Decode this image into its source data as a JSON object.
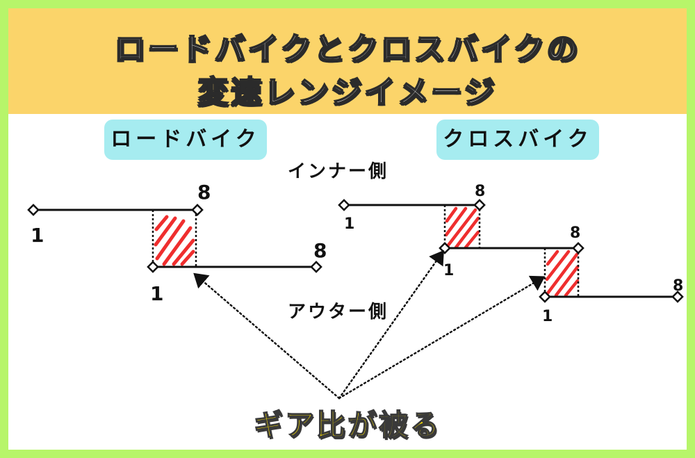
{
  "title": {
    "line1": "ロードバイクとクロスバイクの",
    "line2": "変速レンジイメージ"
  },
  "labels": {
    "road_bike": "ロードバイク",
    "cross_bike": "クロスバイク",
    "inner_side": "インナー側",
    "outer_side": "アウター側",
    "callout": "ギア比が被る"
  },
  "range_labels": {
    "road_inner_start": "1",
    "road_inner_end": "8",
    "road_outer_start": "1",
    "road_outer_end": "8",
    "cross_top_start": "1",
    "cross_top_end": "8",
    "cross_mid_start": "1",
    "cross_mid_end": "8",
    "cross_low_start": "1",
    "cross_low_end": "8"
  },
  "colors": {
    "background_border": "#b7f56a",
    "banner": "#fbd46a",
    "pill": "#a6ecf0",
    "overlap_hatch": "#ef2e2e",
    "callout_text": "#ffe400"
  }
}
